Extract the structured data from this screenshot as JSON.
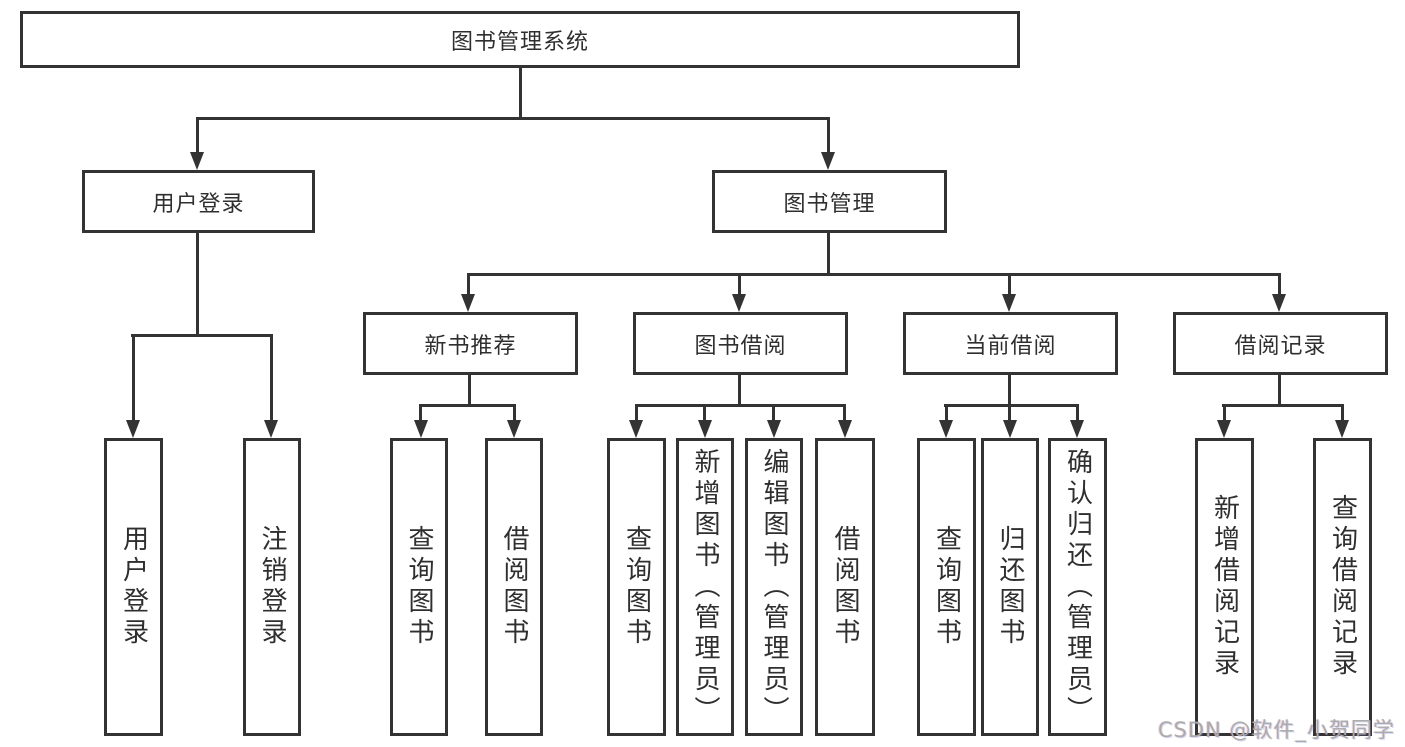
{
  "diagram": {
    "root": {
      "label": "图书管理系统"
    },
    "level2": [
      {
        "label": "用户登录"
      },
      {
        "label": "图书管理"
      }
    ],
    "level3": [
      {
        "label": "新书推荐",
        "parent": "图书管理"
      },
      {
        "label": "图书借阅",
        "parent": "图书管理"
      },
      {
        "label": "当前借阅",
        "parent": "图书管理"
      },
      {
        "label": "借阅记录",
        "parent": "图书管理"
      }
    ],
    "leaves": [
      {
        "label": "用户登录",
        "parent": "用户登录"
      },
      {
        "label": "注销登录",
        "parent": "用户登录"
      },
      {
        "label": "查询图书",
        "parent": "新书推荐"
      },
      {
        "label": "借阅图书",
        "parent": "新书推荐"
      },
      {
        "label": "查询图书",
        "parent": "图书借阅"
      },
      {
        "label": "新增图书（管理员）",
        "parent": "图书借阅"
      },
      {
        "label": "编辑图书（管理员）",
        "parent": "图书借阅"
      },
      {
        "label": "借阅图书",
        "parent": "图书借阅"
      },
      {
        "label": "查询图书",
        "parent": "当前借阅"
      },
      {
        "label": "归还图书",
        "parent": "当前借阅"
      },
      {
        "label": "确认归还（管理员）",
        "parent": "当前借阅"
      },
      {
        "label": "新增借阅记录",
        "parent": "借阅记录"
      },
      {
        "label": "查询借阅记录",
        "parent": "借阅记录"
      }
    ]
  },
  "watermark": {
    "text": "CSDN @软件_小贺同学"
  },
  "colors": {
    "line": "#333333",
    "text": "#2f2f2f",
    "background": "#ffffff",
    "watermark": "#ababab"
  }
}
